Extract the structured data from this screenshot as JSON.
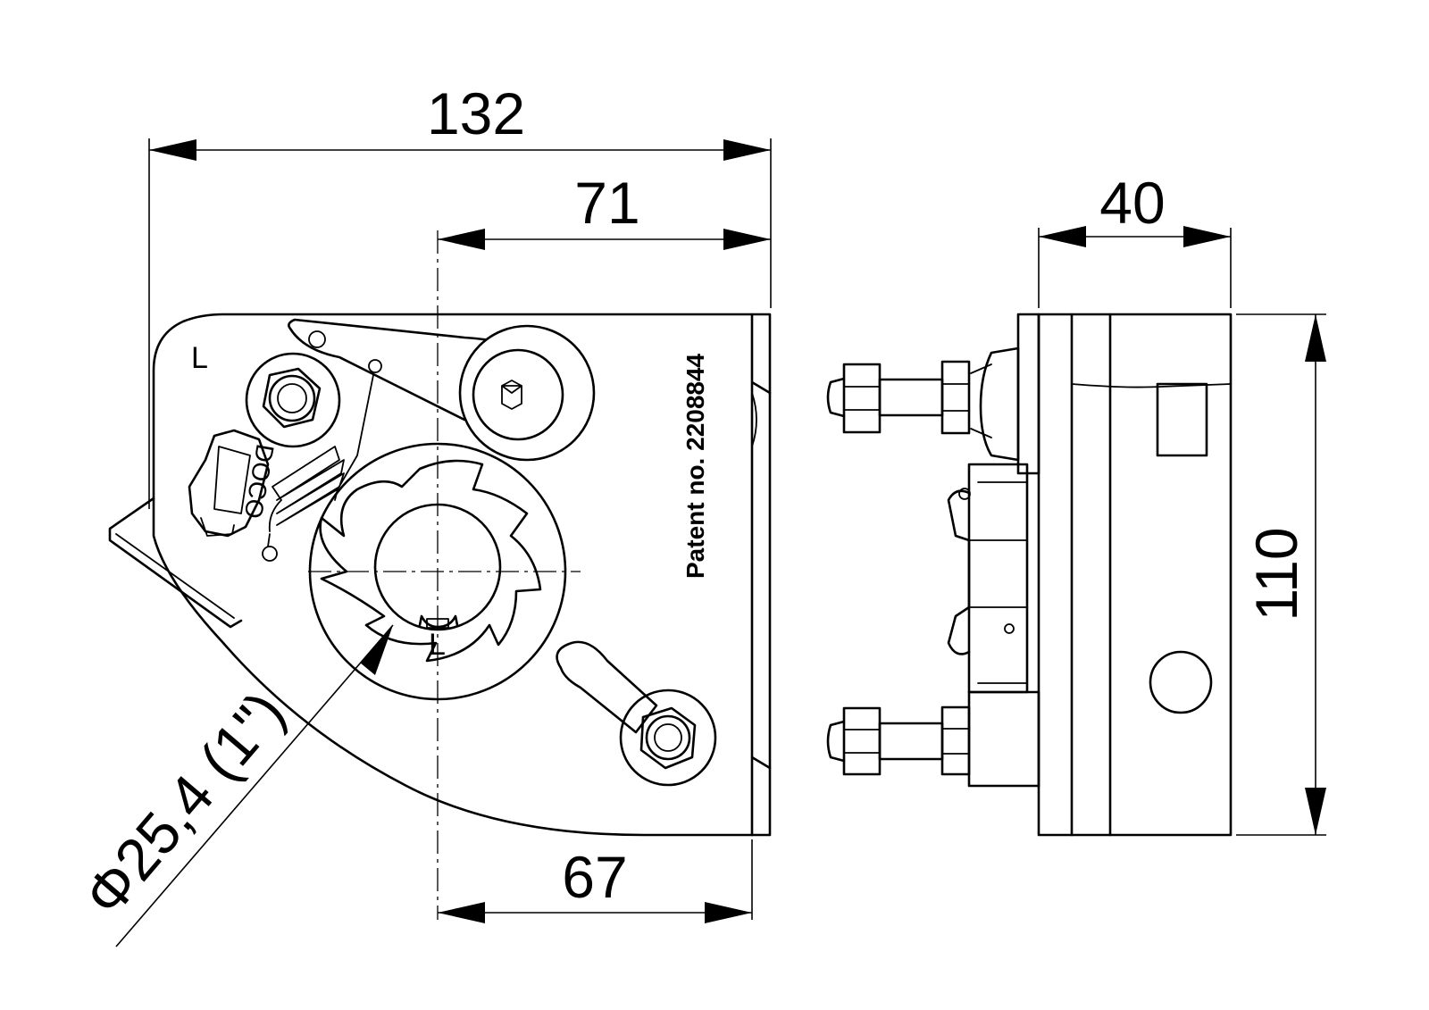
{
  "drawing": {
    "dimensions": {
      "overall_width": "132",
      "axis_to_right_top": "71",
      "axis_to_right_bottom": "67",
      "side_depth": "40",
      "height": "110",
      "bore_diameter": "Φ25,4 (1\")"
    },
    "labels": {
      "patent": "Patent no. 2208844",
      "side_mark_top": "L",
      "side_mark_bore": "L",
      "brand_mark": "DOCO"
    }
  }
}
